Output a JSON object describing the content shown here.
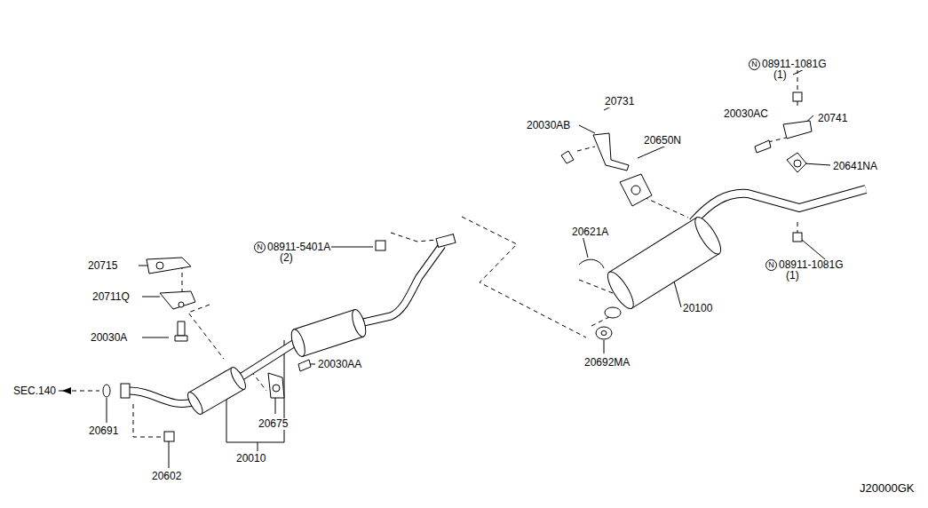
{
  "diagram": {
    "nodes": [
      {
        "text": [
          "N"
        ]
      },
      {
        "text": [
          "N"
        ]
      },
      {
        "text": [
          "N"
        ]
      }
    ],
    "labels": [
      "08911-1081G",
      "(1)",
      "20030AC",
      "20741",
      "20641NA",
      "20731",
      "20030AB",
      "20650N",
      "20621A",
      "08911-1081G",
      "(1)",
      "20100",
      "08911-5401A",
      "(2)",
      "20715",
      "20711Q",
      "20030A",
      "20692MA",
      "20030AA",
      "SEC.140",
      "20691",
      "20675",
      "20010",
      "20602",
      "J20000GK"
    ]
  }
}
